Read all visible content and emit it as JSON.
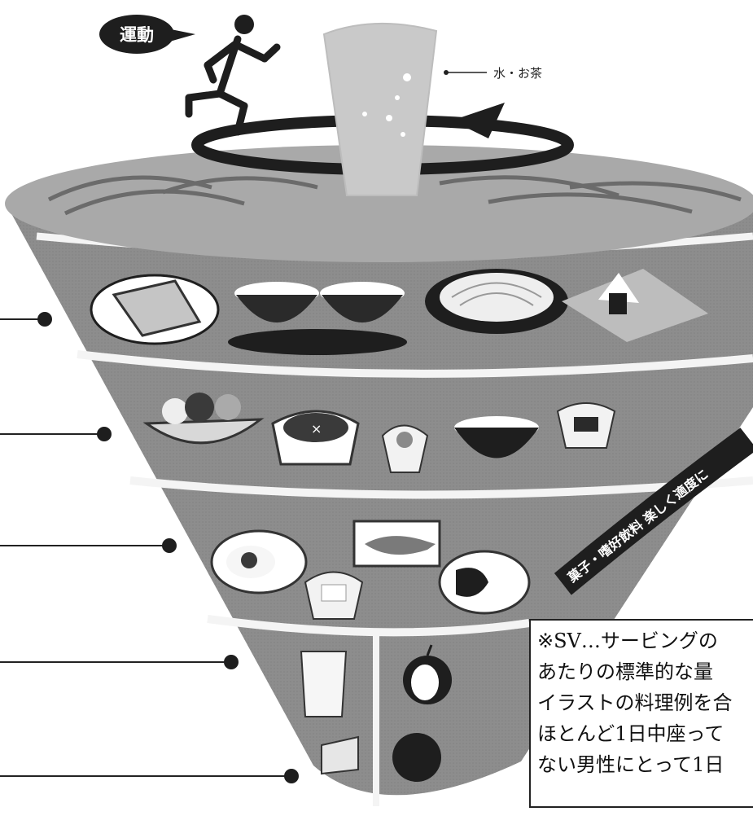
{
  "labels": {
    "exercise": "運動",
    "water_tea": "水・お茶",
    "snacks_ribbon": "菓子・嗜好飲料 楽しく適度に"
  },
  "note": {
    "lines": [
      "※SV…サービングの",
      "あたりの標準的な量",
      "イラストの料理例を合",
      "ほとんど1日中座って",
      "ない男性にとって1日"
    ]
  },
  "food_icons": [
    "bread-toast-icon",
    "rice-bowl-icon",
    "rice-bowl-icon",
    "noodle-bowl-icon",
    "onigiri-icon",
    "salad-bowl-icon",
    "simmered-vegetables-icon",
    "small-dish-icon",
    "miso-soup-icon",
    "pickles-dish-icon",
    "fried-egg-icon",
    "grilled-fish-icon",
    "tofu-icon",
    "meat-plate-icon",
    "milk-glass-icon",
    "cheese-icon",
    "apple-icon",
    "orange-icon",
    "running-person-icon",
    "water-glass-icon",
    "rotation-arrow-icon"
  ],
  "colors": {
    "top_disc": "#a9a9a9",
    "band": "#8a8a8a",
    "separator": "#f4f4f4",
    "dark": "#1e1e1e"
  }
}
